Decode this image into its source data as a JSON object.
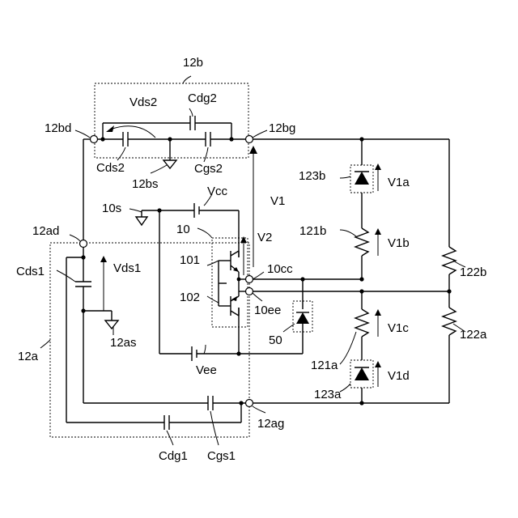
{
  "labels": {
    "block_12b": "12b",
    "block_12a": "12a",
    "vds2": "Vds2",
    "cdg2": "Cdg2",
    "t12bd": "12bd",
    "t12bg": "12bg",
    "cds2": "Cds2",
    "s12bs": "12bs",
    "cgs2": "Cgs2",
    "d123b": "123b",
    "v1a": "V1a",
    "s10s": "10s",
    "vcc": "Vcc",
    "v1": "V1",
    "n10": "10",
    "v2": "V2",
    "r121b": "121b",
    "v1b": "V1b",
    "t12ad": "12ad",
    "q101": "101",
    "t10cc": "10cc",
    "r122b": "122b",
    "cds1": "Cds1",
    "vds1": "Vds1",
    "q102": "102",
    "t10ee": "10ee",
    "d50": "50",
    "v1c": "V1c",
    "r122a": "122a",
    "s12as": "12as",
    "vee": "Vee",
    "r121a": "121a",
    "v1d": "V1d",
    "d123a": "123a",
    "t12ag": "12ag",
    "cdg1": "Cdg1",
    "cgs1": "Cgs1"
  }
}
